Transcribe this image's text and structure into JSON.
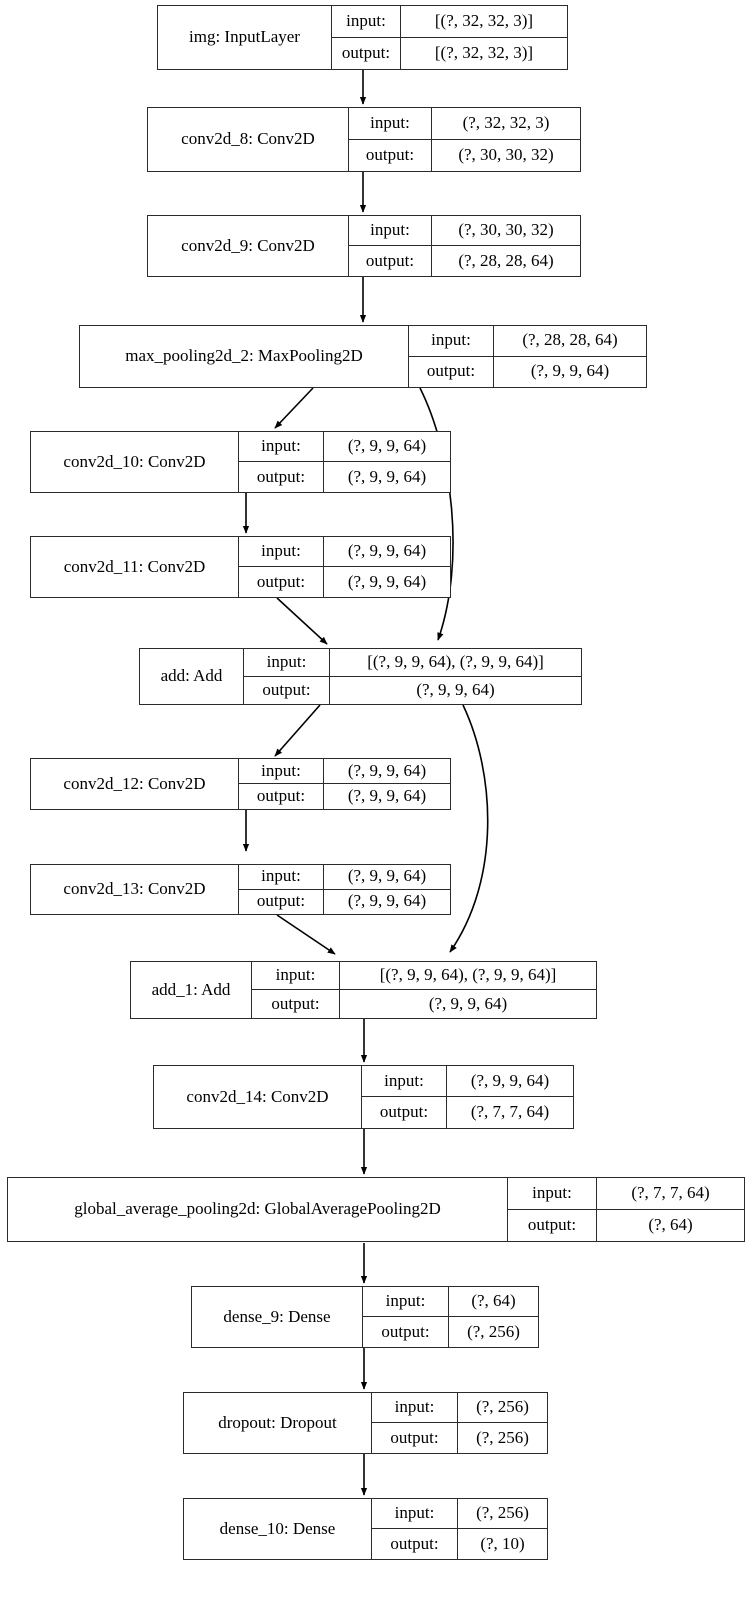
{
  "graph": {
    "title": "Keras model architecture graph",
    "orientation": "top-to-bottom",
    "node_border_color": "#2b2b2b",
    "edge_color": "#000000",
    "background_color": "#ffffff",
    "io_labels": {
      "input": "input:",
      "output": "output:"
    },
    "nodes": [
      {
        "id": "img",
        "name": "img: InputLayer",
        "input": "[(?, 32, 32, 3)]",
        "output": "[(?, 32, 32, 3)]"
      },
      {
        "id": "conv2d_8",
        "name": "conv2d_8: Conv2D",
        "input": "(?, 32, 32, 3)",
        "output": "(?, 30, 30, 32)"
      },
      {
        "id": "conv2d_9",
        "name": "conv2d_9: Conv2D",
        "input": "(?, 30, 30, 32)",
        "output": "(?, 28, 28, 64)"
      },
      {
        "id": "max_pooling2d_2",
        "name": "max_pooling2d_2: MaxPooling2D",
        "input": "(?, 28, 28, 64)",
        "output": "(?, 9, 9, 64)"
      },
      {
        "id": "conv2d_10",
        "name": "conv2d_10: Conv2D",
        "input": "(?, 9, 9, 64)",
        "output": "(?, 9, 9, 64)"
      },
      {
        "id": "conv2d_11",
        "name": "conv2d_11: Conv2D",
        "input": "(?, 9, 9, 64)",
        "output": "(?, 9, 9, 64)"
      },
      {
        "id": "add",
        "name": "add: Add",
        "input": "[(?, 9, 9, 64), (?, 9, 9, 64)]",
        "output": "(?, 9, 9, 64)"
      },
      {
        "id": "conv2d_12",
        "name": "conv2d_12: Conv2D",
        "input": "(?, 9, 9, 64)",
        "output": "(?, 9, 9, 64)"
      },
      {
        "id": "conv2d_13",
        "name": "conv2d_13: Conv2D",
        "input": "(?, 9, 9, 64)",
        "output": "(?, 9, 9, 64)"
      },
      {
        "id": "add_1",
        "name": "add_1: Add",
        "input": "[(?, 9, 9, 64), (?, 9, 9, 64)]",
        "output": "(?, 9, 9, 64)"
      },
      {
        "id": "conv2d_14",
        "name": "conv2d_14: Conv2D",
        "input": "(?, 9, 9, 64)",
        "output": "(?, 7, 7, 64)"
      },
      {
        "id": "global_average_pooling2d",
        "name": "global_average_pooling2d: GlobalAveragePooling2D",
        "input": "(?, 7, 7, 64)",
        "output": "(?, 64)"
      },
      {
        "id": "dense_9",
        "name": "dense_9: Dense",
        "input": "(?, 64)",
        "output": "(?, 256)"
      },
      {
        "id": "dropout",
        "name": "dropout: Dropout",
        "input": "(?, 256)",
        "output": "(?, 256)"
      },
      {
        "id": "dense_10",
        "name": "dense_10: Dense",
        "input": "(?, 256)",
        "output": "(?, 10)"
      }
    ],
    "edges": [
      {
        "from": "img",
        "to": "conv2d_8"
      },
      {
        "from": "conv2d_8",
        "to": "conv2d_9"
      },
      {
        "from": "conv2d_9",
        "to": "max_pooling2d_2"
      },
      {
        "from": "max_pooling2d_2",
        "to": "conv2d_10"
      },
      {
        "from": "max_pooling2d_2",
        "to": "add"
      },
      {
        "from": "conv2d_10",
        "to": "conv2d_11"
      },
      {
        "from": "conv2d_11",
        "to": "add"
      },
      {
        "from": "add",
        "to": "conv2d_12"
      },
      {
        "from": "add",
        "to": "add_1"
      },
      {
        "from": "conv2d_12",
        "to": "conv2d_13"
      },
      {
        "from": "conv2d_13",
        "to": "add_1"
      },
      {
        "from": "add_1",
        "to": "conv2d_14"
      },
      {
        "from": "conv2d_14",
        "to": "global_average_pooling2d"
      },
      {
        "from": "global_average_pooling2d",
        "to": "dense_9"
      },
      {
        "from": "dense_9",
        "to": "dropout"
      },
      {
        "from": "dropout",
        "to": "dense_10"
      }
    ]
  }
}
